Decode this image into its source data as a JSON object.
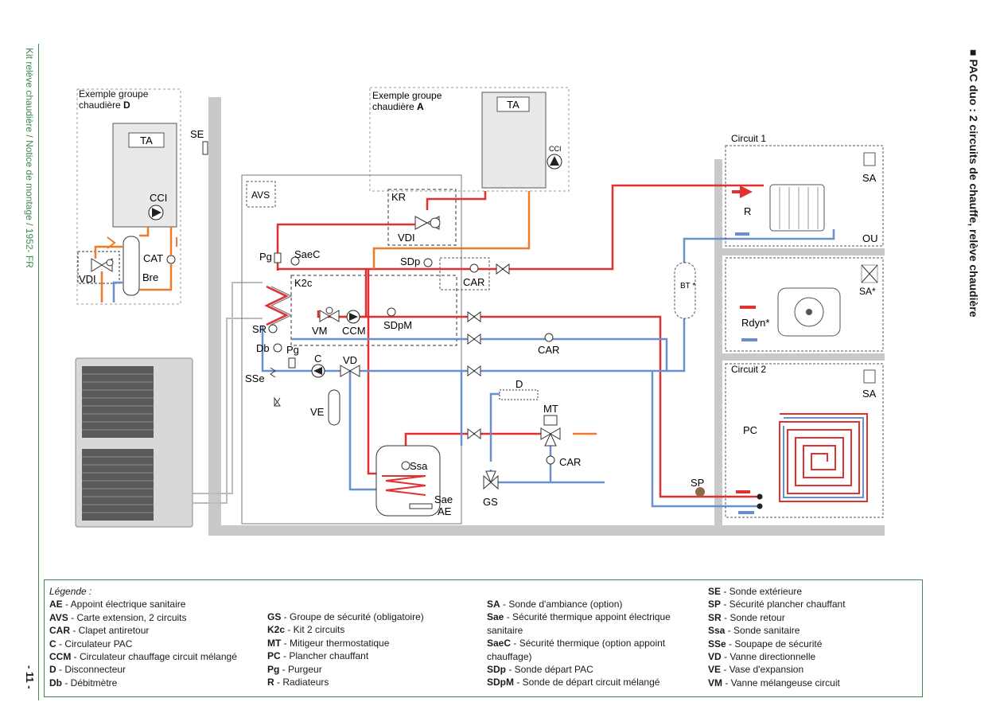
{
  "side": {
    "left_title": "Kit relève chaudière / Notice de montage / 1952- FR",
    "page_number": "- 11 -",
    "right_title": "■ PAC duo : 2 circuits de chauffe, relève chaudière"
  },
  "diagram": {
    "group_d": {
      "line1": "Exemple groupe",
      "line2": "chaudière ",
      "letter": "D"
    },
    "group_a": {
      "line1": "Exemple groupe",
      "line2": "chaudière ",
      "letter": "A"
    },
    "labels": {
      "ta_d": "TA",
      "ta_a": "TA",
      "cci_d": "CCI",
      "cci_a": "CCI",
      "se": "SE",
      "vdi_d": "VDI",
      "cat": "CAT",
      "bre": "Bre",
      "avs": "AVS",
      "kr": "KR",
      "vdi_kr": "VDI",
      "pg1": "Pg",
      "saec": "SaeC",
      "sdp": "SDp",
      "car1": "CAR",
      "k2c": "K2c",
      "vm": "VM",
      "ccm": "CCM",
      "sdpm": "SDpM",
      "sr": "SR",
      "db": "Db",
      "pg2": "Pg",
      "c": "C",
      "vd": "VD",
      "car2": "CAR",
      "sse": "SSe",
      "ve": "VE",
      "d": "D",
      "mt": "MT",
      "car3": "CAR",
      "ssa": "Ssa",
      "sae": "Sae",
      "ae": "AE",
      "gs": "GS",
      "bt": "BT *",
      "sp": "SP",
      "circuit1": "Circuit 1",
      "sa1": "SA",
      "r": "R",
      "ou": "OU",
      "sa_star": "SA*",
      "rdyn": "Rdyn*",
      "circuit2": "Circuit 2",
      "sa2": "SA",
      "pc": "PC"
    },
    "colors": {
      "hot": "#e03030",
      "cold": "#6a8fcf",
      "boiler": "#ee7a2c",
      "frame": "#c9c9c9"
    }
  },
  "legend": {
    "title": "Légende :",
    "col1": [
      {
        "key": "AE",
        "text": " - Appoint électrique sanitaire"
      },
      {
        "key": "AVS",
        "text": " - Carte extension, 2 circuits"
      },
      {
        "key": "CAR",
        "text": " - Clapet antiretour"
      },
      {
        "key": "C",
        "text": " - Circulateur PAC"
      },
      {
        "key": "CCM",
        "text": " - Circulateur chauffage circuit mélangé"
      },
      {
        "key": "D",
        "text": " - Disconnecteur"
      },
      {
        "key": "Db",
        "text": " - Débitmètre"
      }
    ],
    "col2": [
      {
        "key": "GS",
        "text": " - Groupe de sécurité (obligatoire)"
      },
      {
        "key": "K2c",
        "text": " - Kit 2 circuits"
      },
      {
        "key": "MT",
        "text": " - Mitigeur thermostatique"
      },
      {
        "key": "PC",
        "text": " - Plancher chauffant"
      },
      {
        "key": "Pg",
        "text": " - Purgeur"
      },
      {
        "key": "R",
        "text": " - Radiateurs"
      }
    ],
    "col3": [
      {
        "key": "SA",
        "text": " - Sonde d'ambiance  (option)"
      },
      {
        "key": "Sae",
        "text": " - Sécurité thermique appoint électrique"
      },
      {
        "key": "",
        "text": "sanitaire"
      },
      {
        "key": "SaeC",
        "text": " - Sécurité thermique (option appoint"
      },
      {
        "key": "",
        "text": "chauffage)"
      },
      {
        "key": "SDp",
        "text": " - Sonde départ PAC"
      },
      {
        "key": "SDpM",
        "text": " - Sonde de départ circuit mélangé"
      }
    ],
    "col4": [
      {
        "key": "SE",
        "text": " - Sonde extérieure"
      },
      {
        "key": "SP",
        "text": " - Sécurité plancher chauffant"
      },
      {
        "key": "SR",
        "text": " - Sonde retour"
      },
      {
        "key": "Ssa",
        "text": " - Sonde sanitaire"
      },
      {
        "key": "SSe",
        "text": " - Soupape de sécurité"
      },
      {
        "key": "VD",
        "text": " - Vanne directionnelle"
      },
      {
        "key": "VE",
        "text": " - Vase d'expansion"
      },
      {
        "key": "VM",
        "text": " - Vanne mélangeuse circuit"
      }
    ]
  }
}
